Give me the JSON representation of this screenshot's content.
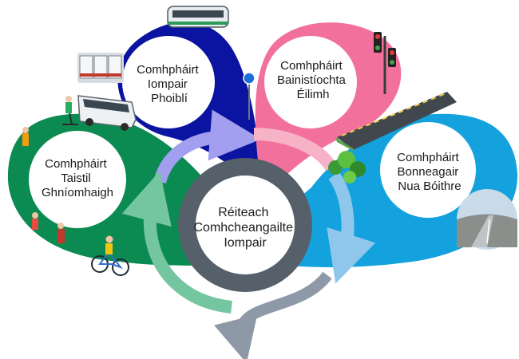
{
  "components": {
    "public_transport": {
      "lines": [
        "Comhpháirt",
        "Iompair",
        "Phoiblí"
      ],
      "color": "#0a14a0"
    },
    "demand_management": {
      "lines": [
        "Comhpháirt",
        "Bainistíochta",
        "Éilimh"
      ],
      "color": "#f2719c"
    },
    "active_travel": {
      "lines": [
        "Comhpháirt",
        "Taistil",
        "Ghníomhaigh"
      ],
      "color": "#0b8a52"
    },
    "new_road_infrastructure": {
      "lines": [
        "Comhpháirt",
        "Bonneagair",
        "Nua Bóithre"
      ],
      "color": "#14a2de"
    },
    "integrated_solution": {
      "lines": [
        "Réiteach",
        "Comhcheangailte",
        "Iompair"
      ],
      "color": "#56606a"
    }
  },
  "arrows": {
    "colors": {
      "lavender": "#a29ef0",
      "pink": "#f7b2c8",
      "blue": "#8fc7ec",
      "green": "#74c6a0",
      "grey": "#8d99a6"
    }
  },
  "icons": [
    "bus-icon",
    "bus-depot-icon",
    "tram-icon",
    "bus-stop-sign-icon",
    "traffic-light-icon",
    "road-icon",
    "trees-icon",
    "road-photo-icon",
    "cyclist-icon",
    "pedestrians-icon",
    "scooter-icon"
  ]
}
